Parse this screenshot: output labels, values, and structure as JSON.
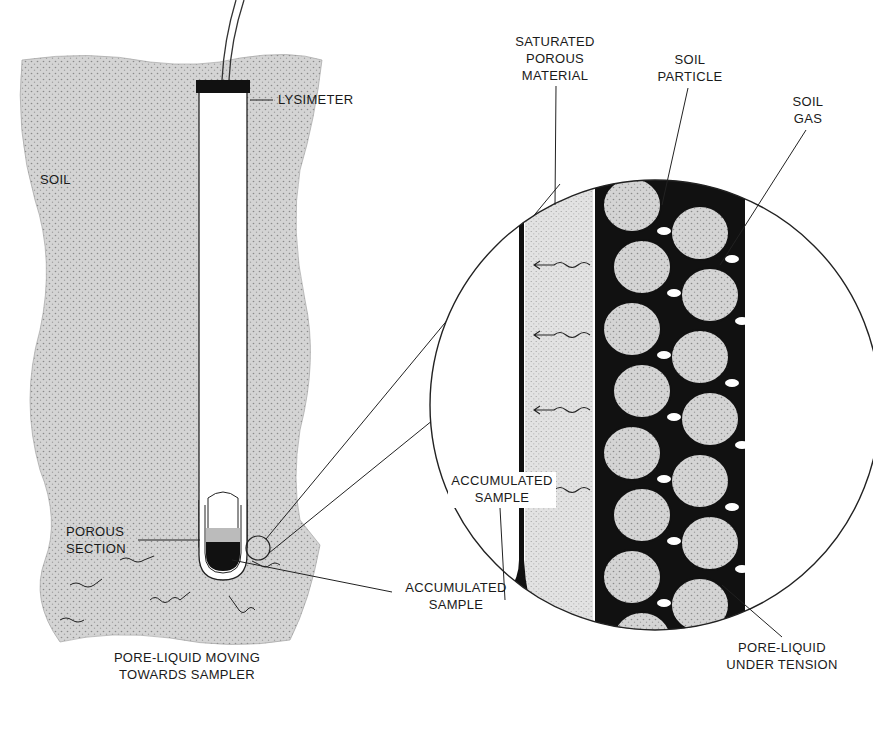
{
  "diagram": {
    "labels": [
      "LYSIMETER",
      "SOIL",
      "SATURATED POROUS MATERIAL",
      "SOIL PARTICLE",
      "SOIL GAS",
      "POROUS SECTION",
      "ACCUMULATED SAMPLE",
      "PORE-LIQUID MOVING TOWARDS SAMPLER",
      "ACCUMULATED SAMPLE",
      "PORE-LIQUID UNDER TENSION"
    ]
  }
}
